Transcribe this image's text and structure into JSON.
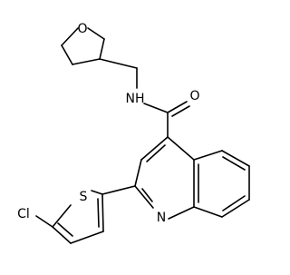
{
  "molecule": {
    "atoms": {
      "oxygen_thf": "O",
      "oxygen_carbonyl": "O",
      "amide_nh": "NH",
      "quinoline_n": "N",
      "thiophene_s": "S",
      "chlorine": "Cl"
    }
  },
  "colors": {
    "bond": "#000000",
    "background": "#ffffff"
  }
}
